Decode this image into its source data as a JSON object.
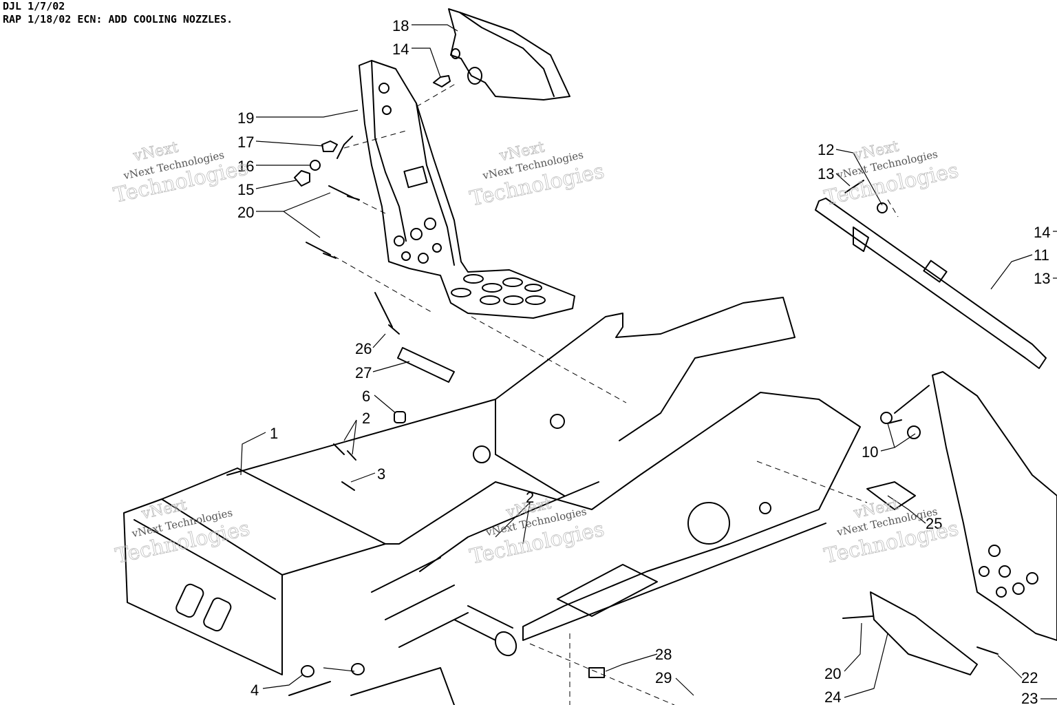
{
  "header": {
    "line1": "DJL 1/7/02",
    "line2": "RAP 1/18/02 ECN: ADD COOLING NOZZLES."
  },
  "watermark": {
    "brand": "vNext",
    "full": "vNext Technologies",
    "word": "Technologies"
  },
  "callouts": [
    "1",
    "2",
    "2",
    "3",
    "4",
    "6",
    "10",
    "11",
    "12",
    "13",
    "13",
    "14",
    "14",
    "15",
    "16",
    "17",
    "18",
    "19",
    "20",
    "20",
    "22",
    "23",
    "24",
    "25",
    "26",
    "27",
    "28",
    "29"
  ]
}
